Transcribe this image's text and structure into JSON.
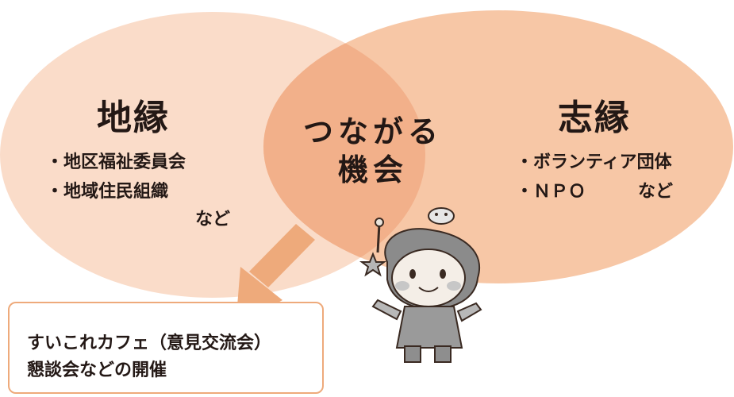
{
  "colors": {
    "left_circle": "#fadcc9",
    "right_circle": "#f7c7a6",
    "overlap": "#f2b08a",
    "arrow": "#eeaa7b",
    "callout_border": "#eeaa7b",
    "text": "#231815"
  },
  "left": {
    "title": "地縁",
    "items": [
      "・地区福祉委員会",
      "・地域住民組織"
    ],
    "suffix": "など"
  },
  "right": {
    "title": "志縁",
    "items": [
      "・ボランティア団体",
      "・ＮＰＯ　　　など"
    ]
  },
  "center": {
    "line1": "つながる",
    "line2": "機会"
  },
  "callout": {
    "line1": "すいこれカフェ（意見交流会）",
    "line2": "懇談会などの開催"
  },
  "mascot_icon": "mascot-character-icon"
}
